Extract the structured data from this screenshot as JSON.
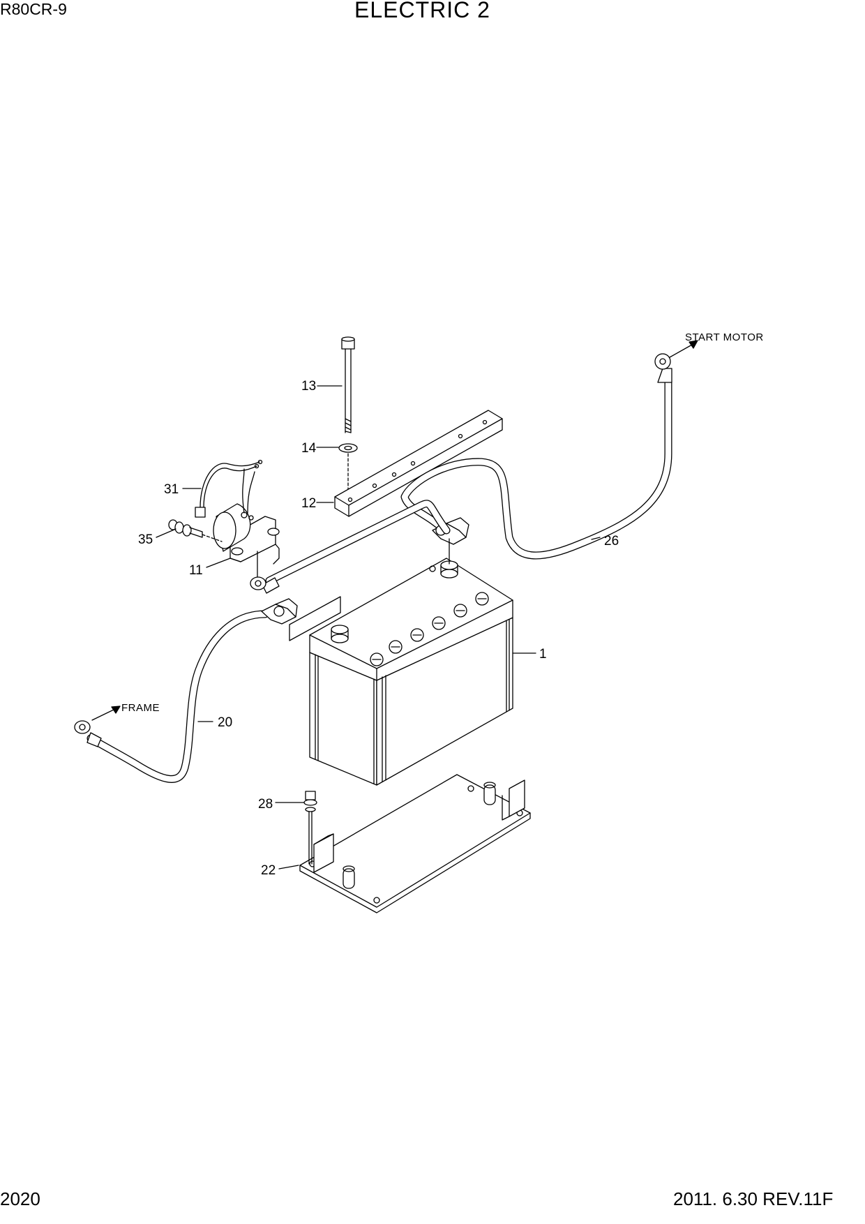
{
  "header": {
    "model": "R80CR-9",
    "title": "ELECTRIC 2"
  },
  "footer": {
    "page_number": "2020",
    "revision": "2011. 6.30 REV.11F"
  },
  "callouts": [
    "1",
    "11",
    "12",
    "13",
    "14",
    "20",
    "22",
    "26",
    "28",
    "31",
    "35"
  ],
  "notes": {
    "start_motor": "START MOTOR",
    "frame": "FRAME"
  }
}
